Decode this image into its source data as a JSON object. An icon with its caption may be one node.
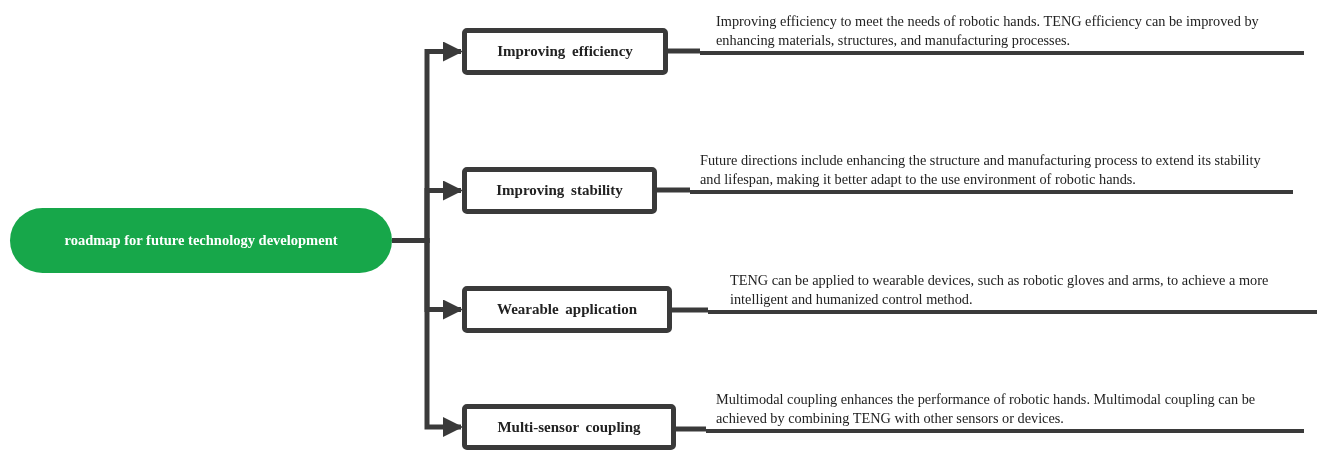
{
  "diagram": {
    "nodes": [
      {
        "text": [
          "roadmap for future technology development"
        ]
      },
      {
        "text": [
          "Improving efficiency"
        ]
      },
      {
        "text": [
          "Improving stability"
        ]
      },
      {
        "text": [
          "Wearable application"
        ]
      },
      {
        "text": [
          "Multi-sensor coupling"
        ]
      },
      {
        "text": [
          "Improving efficiency to meet the needs of robotic hands. TENG efficiency can be improved by enhancing materials, structures, and manufacturing processes."
        ]
      },
      {
        "text": [
          "Future directions include enhancing the structure and manufacturing process to extend its stability and lifespan, making it better adapt to the use environment of robotic hands."
        ]
      },
      {
        "text": [
          "TENG can be applied to wearable devices, such as robotic gloves and arms, to achieve a more intelligent and humanized control method."
        ]
      },
      {
        "text": [
          "Multimodal coupling enhances the performance of robotic hands. Multimodal coupling can be achieved by combining TENG with other sensors or devices."
        ]
      }
    ],
    "edges": [
      {
        "from": 0,
        "to": 1,
        "arrow": "to"
      },
      {
        "from": 0,
        "to": 2,
        "arrow": "to"
      },
      {
        "from": 0,
        "to": 3,
        "arrow": "to"
      },
      {
        "from": 0,
        "to": 4,
        "arrow": "to"
      },
      {
        "from": 1,
        "to": 5,
        "arrow": "none"
      },
      {
        "from": 2,
        "to": 6,
        "arrow": "none"
      },
      {
        "from": 3,
        "to": 7,
        "arrow": "none"
      },
      {
        "from": 4,
        "to": 8,
        "arrow": "none"
      }
    ]
  }
}
